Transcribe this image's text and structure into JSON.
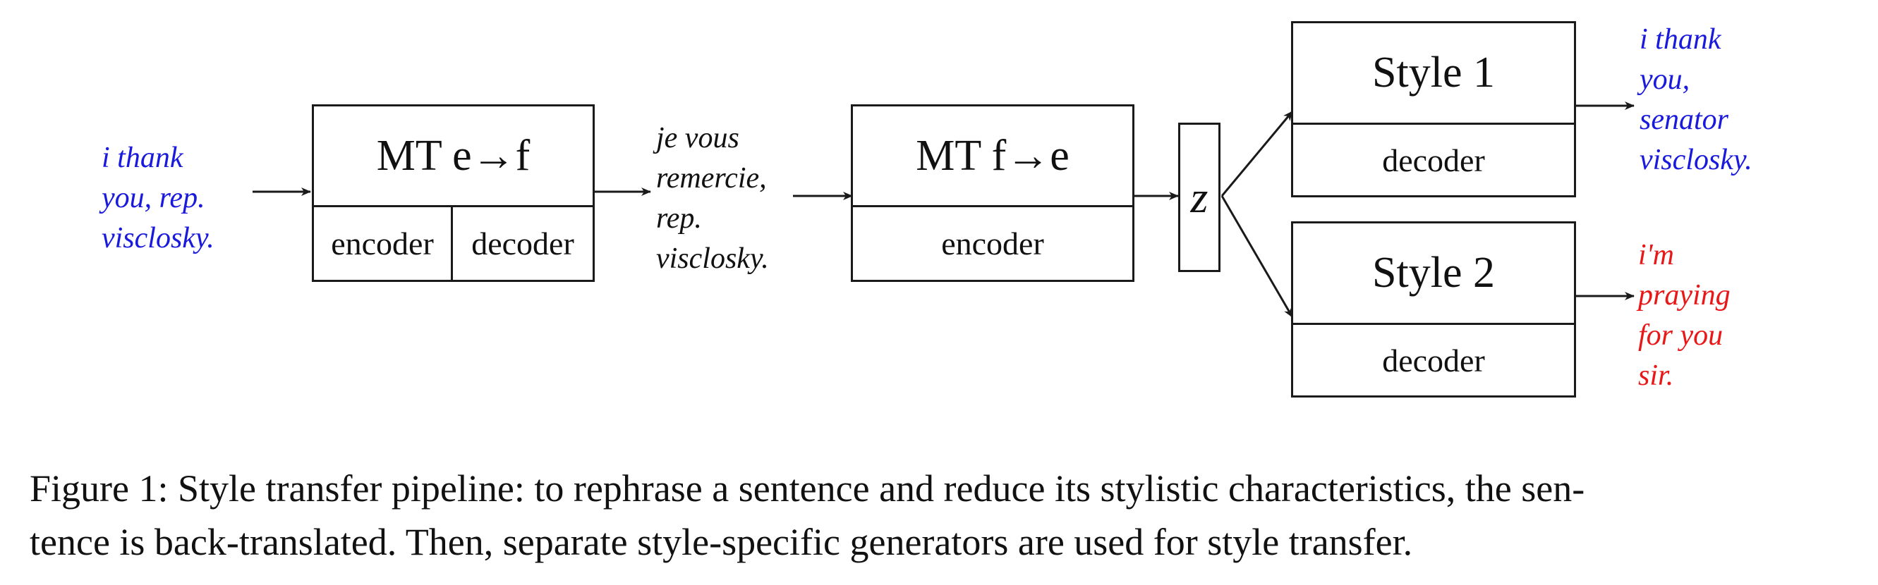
{
  "colors": {
    "blue_text": "#1a1adc",
    "red_text": "#e81818",
    "black_text": "#111111",
    "box_border": "#1a1a1a"
  },
  "input": {
    "lines": [
      "i thank",
      "you, rep.",
      "visclosky."
    ]
  },
  "mt_ef": {
    "title": "MT e→f",
    "encoder": "encoder",
    "decoder": "decoder"
  },
  "translation": {
    "lines": [
      "je vous",
      "remercie,",
      "rep.",
      "visclosky."
    ]
  },
  "mt_fe": {
    "title": "MT f→e",
    "encoder": "encoder"
  },
  "latent": {
    "label": "z"
  },
  "style1": {
    "title": "Style 1",
    "decoder": "decoder"
  },
  "style2": {
    "title": "Style 2",
    "decoder": "decoder"
  },
  "output1": {
    "lines": [
      "i thank",
      "you,",
      "senator",
      "visclosky."
    ]
  },
  "output2": {
    "lines": [
      "i'm",
      "praying",
      "for you",
      "sir."
    ]
  },
  "caption": {
    "line1": "Figure 1: Style transfer pipeline: to rephrase a sentence and reduce its stylistic characteristics, the sen-",
    "line2": "tence is back-translated. Then, separate style-specific generators are used for style transfer."
  }
}
